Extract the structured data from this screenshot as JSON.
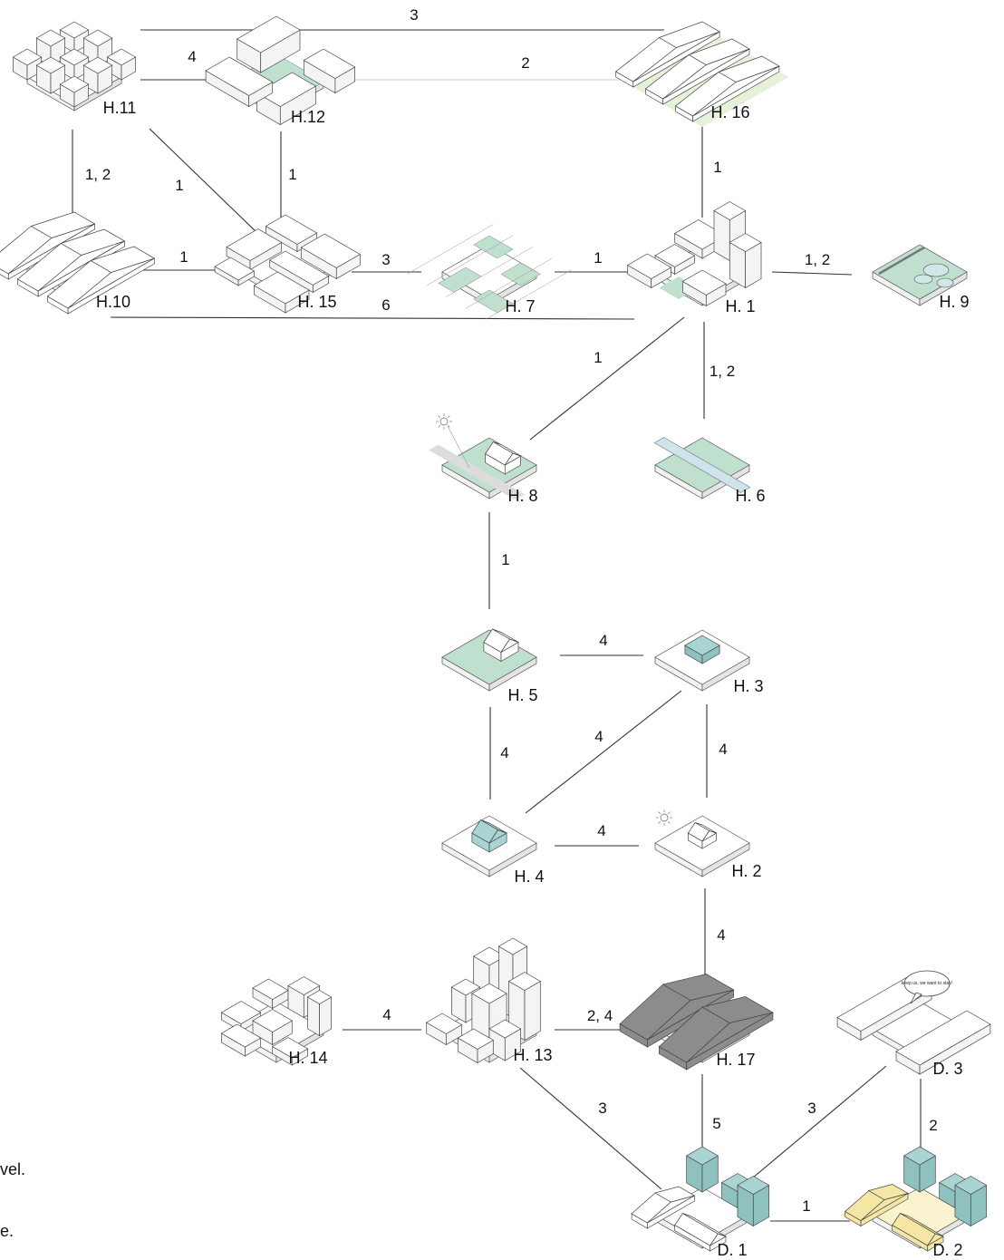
{
  "nodes": [
    {
      "id": "H11",
      "label": "H.11",
      "tile": "white",
      "model": "blocks"
    },
    {
      "id": "H12",
      "label": "H.12",
      "tile": "white",
      "model": "courtyard"
    },
    {
      "id": "H16",
      "label": "H. 16",
      "tile": "white",
      "model": "green-valley"
    },
    {
      "id": "H10",
      "label": "H.10",
      "tile": "white",
      "model": "ridges"
    },
    {
      "id": "H15",
      "label": "H. 15",
      "tile": "white",
      "model": "lowblocks"
    },
    {
      "id": "H7",
      "label": "H. 7",
      "tile": "white",
      "model": "plan"
    },
    {
      "id": "H1",
      "label": "H. 1",
      "tile": "white",
      "model": "towers"
    },
    {
      "id": "H9",
      "label": "H. 9",
      "tile": "green",
      "model": "ponds"
    },
    {
      "id": "H8",
      "label": "H. 8",
      "tile": "green",
      "model": "house-sun"
    },
    {
      "id": "H6",
      "label": "H. 6",
      "tile": "green",
      "model": "river"
    },
    {
      "id": "H5",
      "label": "H. 5",
      "tile": "white",
      "model": "house-plot"
    },
    {
      "id": "H3",
      "label": "H. 3",
      "tile": "white",
      "model": "box"
    },
    {
      "id": "H4",
      "label": "H. 4",
      "tile": "white",
      "model": "house-green"
    },
    {
      "id": "H2",
      "label": "H. 2",
      "tile": "white",
      "model": "house-sun-small"
    },
    {
      "id": "H14",
      "label": "H. 14",
      "tile": "white",
      "model": "midrise"
    },
    {
      "id": "H13",
      "label": "H. 13",
      "tile": "white",
      "model": "skyline"
    },
    {
      "id": "H17",
      "label": "H. 17",
      "tile": "white",
      "model": "grey-ridges"
    },
    {
      "id": "D3",
      "label": "D. 3",
      "tile": "white",
      "model": "speech"
    },
    {
      "id": "D1",
      "label": "D. 1",
      "tile": "white",
      "model": "teal-towers"
    },
    {
      "id": "D2",
      "label": "D. 2",
      "tile": "yellow",
      "model": "yellow-towers"
    }
  ],
  "edges": [
    {
      "from": "H10",
      "to": "H16",
      "label": "3"
    },
    {
      "from": "H11",
      "to": "H12",
      "label": "4"
    },
    {
      "from": "H12",
      "to": "H16",
      "label": "2"
    },
    {
      "from": "H11",
      "to": "H10",
      "label": "1, 2"
    },
    {
      "from": "H11",
      "to": "H15",
      "label": "1"
    },
    {
      "from": "H12",
      "to": "H15",
      "label": "1"
    },
    {
      "from": "H16",
      "to": "H1",
      "label": "1"
    },
    {
      "from": "H10",
      "to": "H15",
      "label": "1"
    },
    {
      "from": "H15",
      "to": "H7",
      "label": "3"
    },
    {
      "from": "H7",
      "to": "H1",
      "label": "1"
    },
    {
      "from": "H1",
      "to": "H9",
      "label": "1, 2"
    },
    {
      "from": "H10",
      "to": "H1",
      "label": "6"
    },
    {
      "from": "H1",
      "to": "H8",
      "label": "1"
    },
    {
      "from": "H1",
      "to": "H6",
      "label": "1, 2"
    },
    {
      "from": "H8",
      "to": "H5",
      "label": "1"
    },
    {
      "from": "H5",
      "to": "H3",
      "label": "4"
    },
    {
      "from": "H5",
      "to": "H4",
      "label": "4"
    },
    {
      "from": "H3",
      "to": "H4",
      "label": "4"
    },
    {
      "from": "H3",
      "to": "H2",
      "label": "4"
    },
    {
      "from": "H4",
      "to": "H2",
      "label": "4"
    },
    {
      "from": "H2",
      "to": "H17",
      "label": "4"
    },
    {
      "from": "H14",
      "to": "H13",
      "label": "4"
    },
    {
      "from": "H13",
      "to": "H17",
      "label": "2, 4"
    },
    {
      "from": "H13",
      "to": "D1",
      "label": "3"
    },
    {
      "from": "H17",
      "to": "D1",
      "label": "5"
    },
    {
      "from": "D3",
      "to": "D1",
      "label": "3"
    },
    {
      "from": "D3",
      "to": "D2",
      "label": "2"
    },
    {
      "from": "D1",
      "to": "D2",
      "label": "1"
    }
  ],
  "speech_bubble": "keep us, we want to stay!",
  "notes": [
    "vel.",
    "e."
  ],
  "colors": {
    "green": "#bfe0cf",
    "teal": "#a9d4d4",
    "yellow": "#f5e6a6",
    "grey": "#8c8c8c",
    "line": "#333333"
  }
}
